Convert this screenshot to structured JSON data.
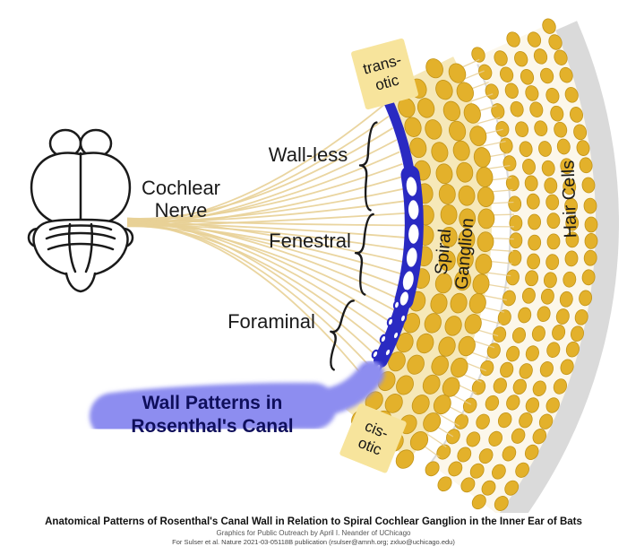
{
  "labels": {
    "cochlear_nerve_line1": "Cochlear",
    "cochlear_nerve_line2": "Nerve",
    "wall_less": "Wall-less",
    "fenestral": "Fenestral",
    "foraminal": "Foraminal",
    "trans_otic_line1": "trans-",
    "trans_otic_line2": "otic",
    "cis_otic_line1": "cis-",
    "cis_otic_line2": "otic",
    "spiral_ganglion_line1": "Spiral",
    "spiral_ganglion_line2": "Ganglion",
    "hair_cells": "Hair Cells",
    "wall_patterns_line1": "Wall Patterns in",
    "wall_patterns_line2": "Rosenthal's Canal"
  },
  "caption": {
    "title": "Anatomical Patterns of Rosenthal's Canal Wall in Relation to Spiral Cochlear Ganglion in the Inner Ear of Bats",
    "credit": "Graphics for Public Outreach by April I. Neander of UChicago",
    "publication": "For Sulser et al. Nature 2021-03-05118B publication (rsulser@amnh.org; zxluo@uchicago.edu)"
  },
  "colors": {
    "gold_dot": "#e3b12b",
    "gold_dot_edge": "#c29418",
    "cream_band": "#f6e8b8",
    "hair_backing": "#fcf7ea",
    "gray_band": "#dadada",
    "fan_line": "#e8d096",
    "canal_blue": "#2a2ac2",
    "label_highlight": "#f7e49c",
    "wall_patterns_fill": "#8d8df0",
    "wall_patterns_text": "#0f0f5c",
    "text_black": "#1a1a1a"
  }
}
